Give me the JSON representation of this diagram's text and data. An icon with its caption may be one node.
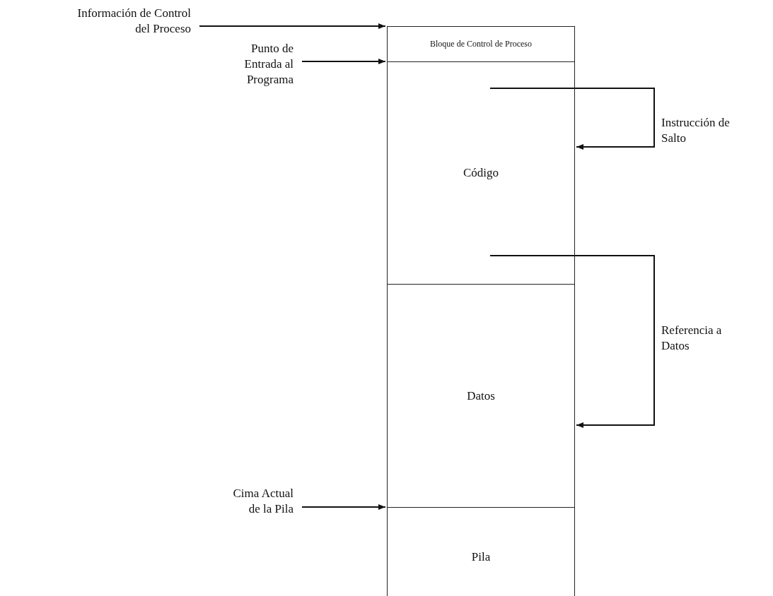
{
  "diagram": {
    "nodes": [
      {
        "text": [
          "Información de Control del Proceso"
        ]
      },
      {
        "text": [
          "Bloque de Control de Proceso"
        ]
      },
      {
        "text": [
          "Punto de Entrada al Programa"
        ]
      },
      {
        "text": [
          "Código"
        ]
      },
      {
        "text": [
          "Datos"
        ]
      },
      {
        "text": [
          "Cima Actual de la Pila"
        ]
      },
      {
        "text": [
          "Pila"
        ]
      }
    ],
    "edges": [
      {
        "from": 0,
        "to": 1,
        "arrow": "to"
      },
      {
        "from": 2,
        "to": 3,
        "arrow": "to"
      },
      {
        "from": 3,
        "to": 3,
        "arrow": "to",
        "label": "Instrucción de Salto"
      },
      {
        "from": 3,
        "to": 4,
        "arrow": "to",
        "label": "Referencia a Datos"
      },
      {
        "from": 5,
        "to": 6,
        "arrow": "to"
      }
    ]
  }
}
